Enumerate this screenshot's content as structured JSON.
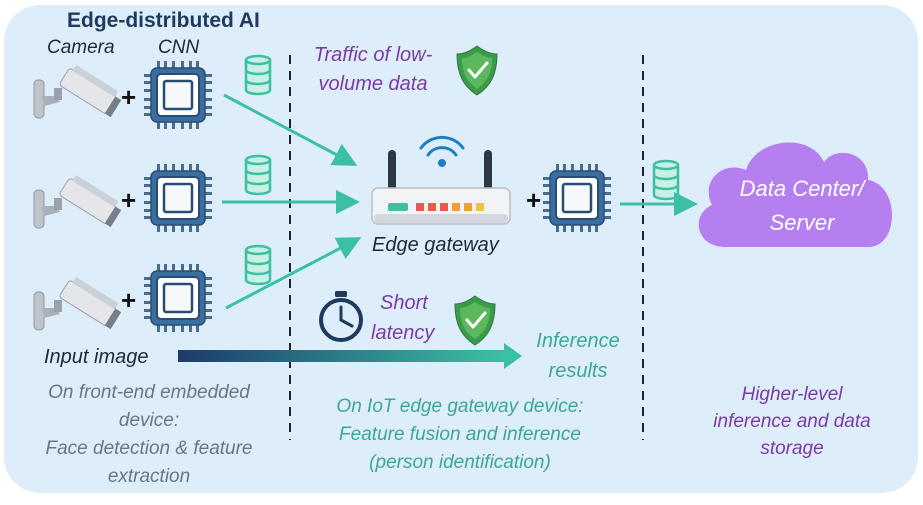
{
  "title": "Edge-distributed AI",
  "labels": {
    "camera": "Camera",
    "cnn": "CNN",
    "traffic": [
      "Traffic of low-",
      "volume data"
    ],
    "edge_gateway": "Edge gateway",
    "data_center": [
      "Data Center/",
      "Server"
    ],
    "short_latency": [
      "Short",
      "latency"
    ],
    "inference_results": [
      "Inference",
      "results"
    ],
    "input_image": "Input image",
    "plus": "+"
  },
  "descriptions": {
    "front_end": [
      "On front-end embedded",
      "device:",
      "Face detection & feature",
      "extraction"
    ],
    "edge": [
      "On IoT edge gateway device:",
      "Feature fusion and inference",
      "(person identification)"
    ],
    "cloud": [
      "Higher-level",
      "inference and data",
      "storage"
    ]
  },
  "colors": {
    "background": "#ddeefa",
    "teal_arrow": "#3cc0a4",
    "cloud": "#b57ff0",
    "purple_text": "#7a3aa3",
    "teal_text": "#3aa894",
    "gray_text": "#667687",
    "shield": "#3a9b4a"
  },
  "icons": [
    "camera-icon",
    "chip-icon",
    "database-icon",
    "router-icon",
    "wifi-icon",
    "shield-check-icon",
    "clock-icon",
    "cloud-icon"
  ]
}
